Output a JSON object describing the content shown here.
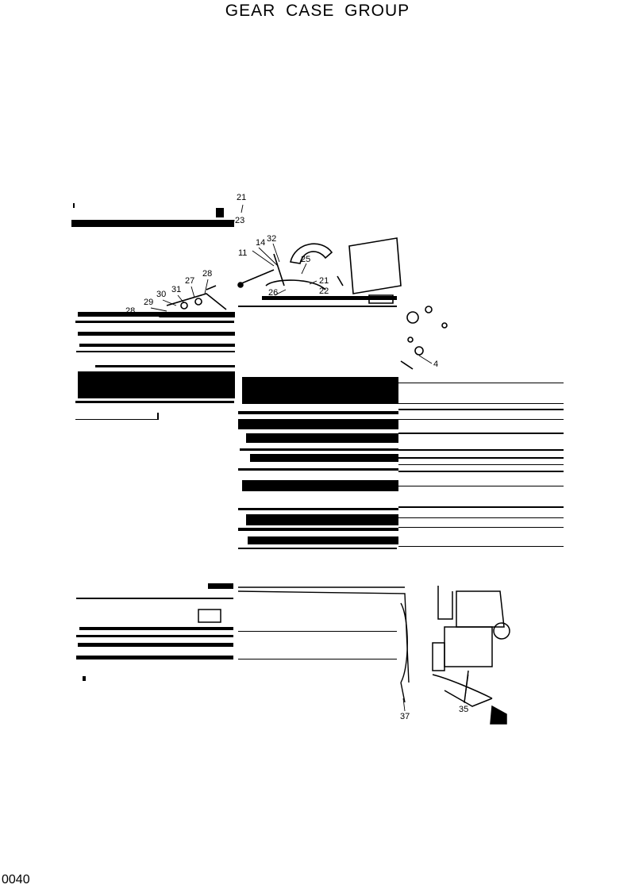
{
  "title": "GEAR  CASE  GROUP",
  "page_number": "0040",
  "callouts": [
    "21",
    "23",
    "14",
    "32",
    "11",
    "25",
    "21",
    "22",
    "26",
    "27",
    "28",
    "31",
    "30",
    "29",
    "28",
    "4",
    "37",
    "35"
  ]
}
